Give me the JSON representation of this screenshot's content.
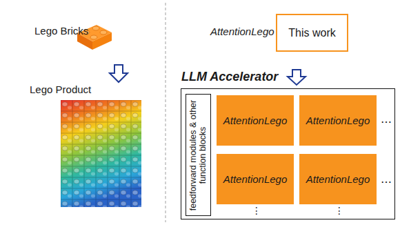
{
  "diagram": {
    "nodes": [
      {
        "text": [
          "This work"
        ]
      },
      {
        "text": [
          "LLM Accelerator"
        ]
      },
      {
        "text": [
          "feedforward modules & other function blocks"
        ],
        "in": 1
      },
      {
        "text": [
          "AttentionLego"
        ],
        "in": 1
      },
      {
        "text": [
          "AttentionLego"
        ],
        "in": 1
      },
      {
        "text": [
          "AttentionLego"
        ],
        "in": 1
      },
      {
        "text": [
          "AttentionLego"
        ],
        "in": 1
      }
    ],
    "edges": [
      {
        "from": 0,
        "to": 1,
        "arrow": "to"
      }
    ],
    "labels": [
      "Lego Bricks",
      "Lego Product",
      "AttentionLego",
      "…",
      "…",
      "⋮",
      "⋮"
    ]
  }
}
